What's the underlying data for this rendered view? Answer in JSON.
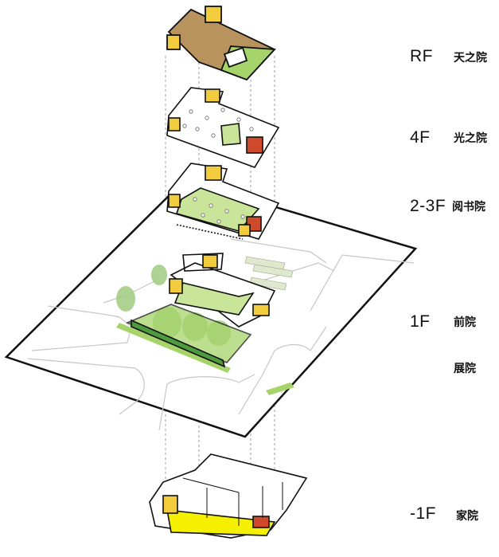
{
  "levels": [
    {
      "code": "RF",
      "names": [
        "天之院"
      ]
    },
    {
      "code": "4F",
      "names": [
        "光之院"
      ]
    },
    {
      "code": "2-3F",
      "names": [
        "阅书院"
      ]
    },
    {
      "code": "1F",
      "names": [
        "前院",
        "展院"
      ]
    },
    {
      "code": "-1F",
      "names": [
        "家院"
      ]
    }
  ],
  "colors": {
    "roof_wood": "#b8935e",
    "lawn_green": "#a6d46a",
    "courtyard_green": "#c8e59a",
    "dark_green": "#4e9a3e",
    "core_yellow": "#f2cc3c",
    "basement_yellow": "#f4f000",
    "accent_red": "#cf4a2a",
    "outline": "#111111",
    "street_gray": "#c6c6c6"
  },
  "icons": [
    "tree-icon",
    "column-icon",
    "parking-icon"
  ]
}
